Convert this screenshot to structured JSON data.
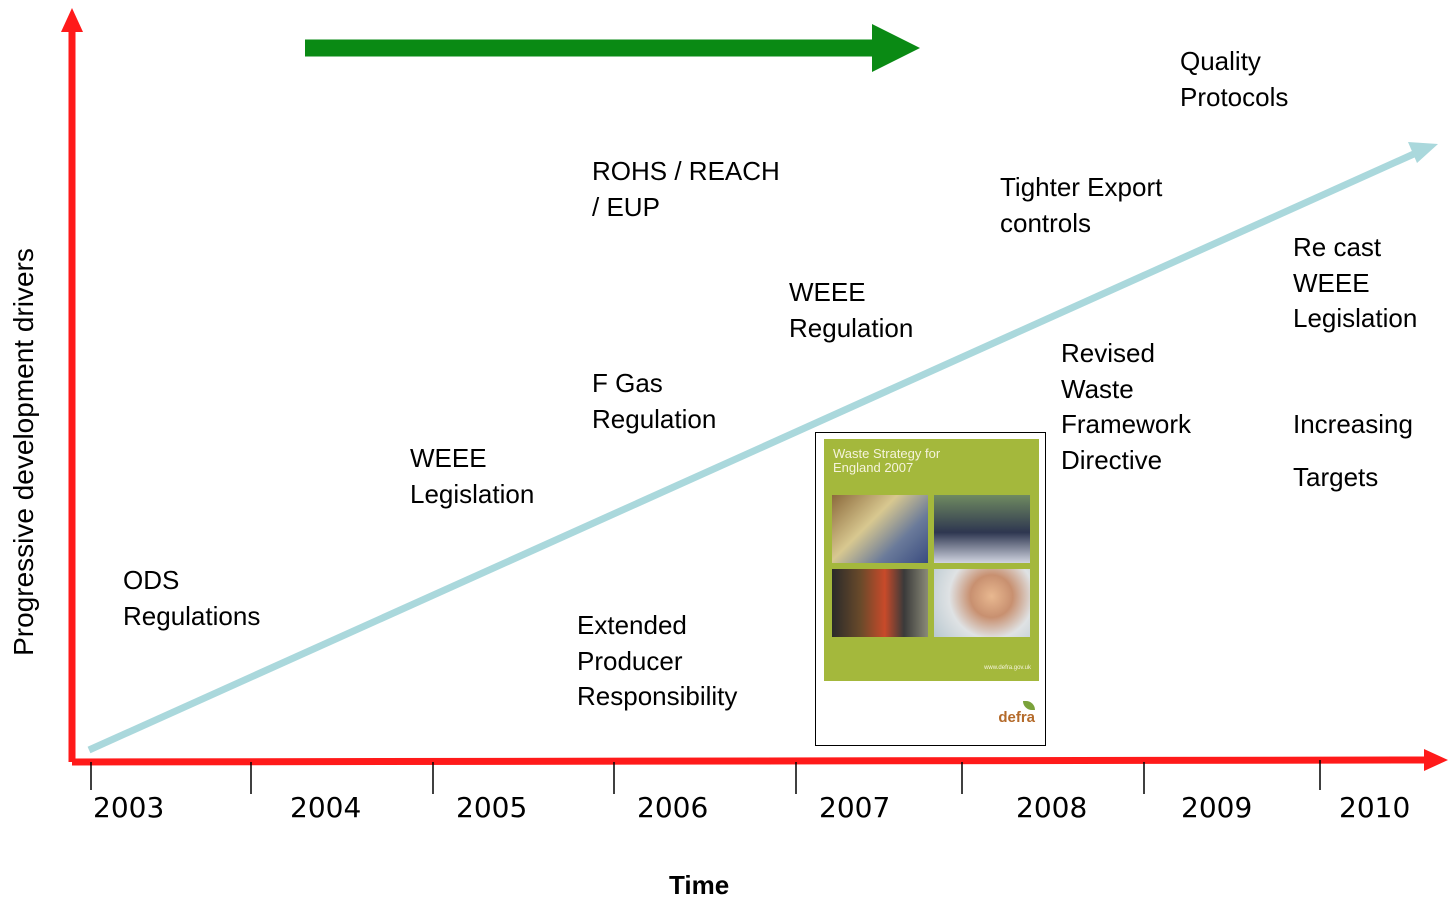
{
  "axes": {
    "y_label": "Progressive development drivers",
    "x_label": "Time",
    "years": [
      "2003",
      "2004",
      "2005",
      "2006",
      "2007",
      "2008",
      "2009",
      "2010"
    ]
  },
  "drivers": [
    {
      "id": "ods",
      "text": "ODS\nRegulations"
    },
    {
      "id": "weee-legislation",
      "text": "WEEE\nLegislation"
    },
    {
      "id": "rohs",
      "text": "ROHS / REACH\n/ EUP"
    },
    {
      "id": "fgas",
      "text": "F Gas\nRegulation"
    },
    {
      "id": "epr",
      "text": "Extended\nProducer\nResponsibility"
    },
    {
      "id": "weee-regulation",
      "text": "WEEE\nRegulation"
    },
    {
      "id": "export",
      "text": "Tighter Export\ncontrols"
    },
    {
      "id": "wfd",
      "text": "Revised\nWaste\nFramework\nDirective"
    },
    {
      "id": "quality",
      "text": "Quality\nProtocols"
    },
    {
      "id": "recast",
      "text": "Re cast\nWEEE\nLegislation"
    },
    {
      "id": "increasing",
      "text": "Increasing"
    },
    {
      "id": "targets",
      "text": "Targets"
    }
  ],
  "report_cover": {
    "title": "Waste Strategy for\nEngland 2007",
    "url": "www.defra.gov.uk",
    "logo": "defra"
  },
  "colors": {
    "axis": "#ff1a1a",
    "trend": "#aad8dc",
    "progress_arrow": "#0a8a14",
    "cover": "#a4b83c"
  }
}
